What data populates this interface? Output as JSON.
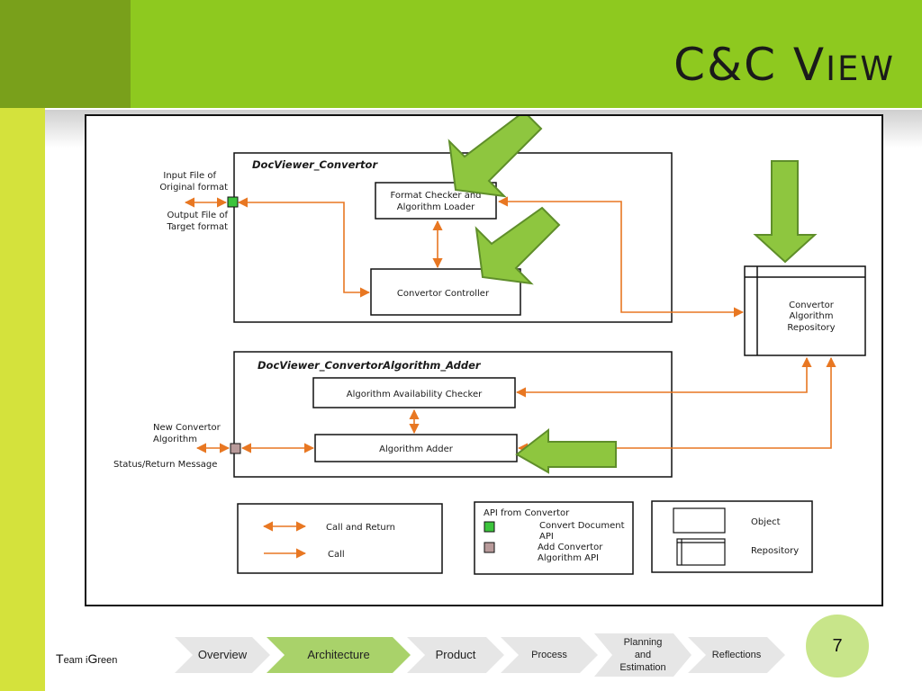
{
  "slide": {
    "title": "C&C View",
    "page_number": "7",
    "footer": {
      "team_prefix": "T",
      "team_small": "eam i",
      "team_g": "G",
      "team_rest": "reen"
    }
  },
  "navigation": [
    {
      "label": "Overview",
      "active": false
    },
    {
      "label": "Architecture",
      "active": true
    },
    {
      "label": "Product",
      "active": false
    },
    {
      "label": "Process",
      "active": false
    },
    {
      "label_lines": [
        "Planning",
        "and",
        "Estimation"
      ],
      "active": false
    },
    {
      "label": "Reflections",
      "active": false
    }
  ],
  "diagram": {
    "component1": {
      "title": "DocViewer_Convertor",
      "format_checker": [
        "Format Checker and",
        "Algorithm Loader"
      ],
      "controller": "Convertor Controller"
    },
    "component2": {
      "title": "DocViewer_ConvertorAlgorithm_Adder",
      "availability_checker": "Algorithm Availability Checker",
      "adder": "Algorithm Adder"
    },
    "repository": [
      "Convertor",
      "Algorithm",
      "Repository"
    ],
    "port_labels": {
      "input": [
        "Input File of",
        "Original format"
      ],
      "output": [
        "Output File of",
        "Target format"
      ],
      "new_algorithm": [
        "New Convertor",
        "Algorithm"
      ],
      "status": "Status/Return Message"
    },
    "legend_connectors": {
      "call_and_return": "Call and Return",
      "call": "Call"
    },
    "legend_api": {
      "heading": "API from Convertor",
      "convert": [
        "Convert Document",
        "API"
      ],
      "add": [
        "Add Convertor",
        "Algorithm API"
      ]
    },
    "legend_elements": {
      "object": "Object",
      "repository": "Repository"
    }
  },
  "colors": {
    "top_bar": "#8ec91f",
    "top_left_block": "#79a01b",
    "left_bar": "#d4e23c",
    "arrow_orange": "#e87722",
    "highlight_arrow": "#8ec63f",
    "highlight_arrow_outline": "#5f8e2a",
    "port_green": "#3cc43c",
    "port_mauve": "#b89a9a",
    "nav_active": "#a9d26a",
    "nav_inactive": "#e6e6e6"
  }
}
